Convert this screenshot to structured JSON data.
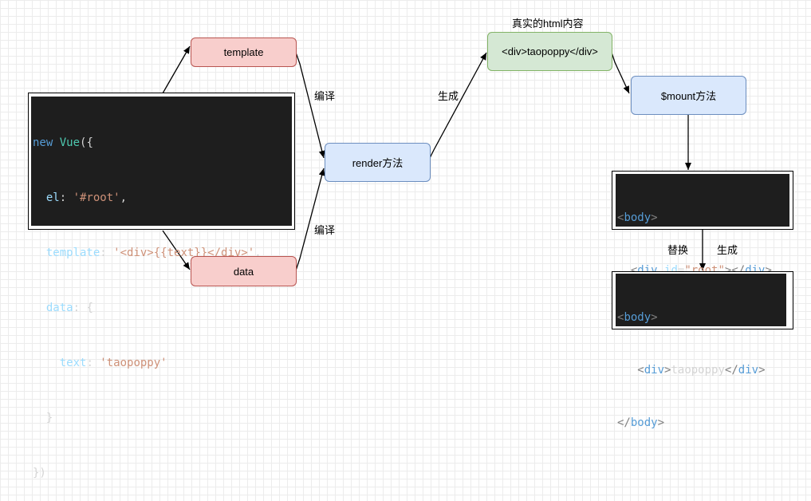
{
  "nodes": {
    "template": "template",
    "data": "data",
    "render": "render方法",
    "html": "<div>taopoppy</div>",
    "mount": "$mount方法"
  },
  "labels": {
    "html_title": "真实的html内容",
    "compile_top": "编译",
    "compile_bottom": "编译",
    "generate_mid": "生成",
    "replace": "替换",
    "generate_right": "生成"
  },
  "vue_code": {
    "l1_kw": "new",
    "l1_cls": "Vue",
    "l1_punc": "({",
    "l2_key": "el",
    "l2_val": "'#root'",
    "l3_key": "template",
    "l3_val": "'<div>{{text}}</div>'",
    "l4_key": "data",
    "l4_punc": "{",
    "l5_key": "text",
    "l5_val": "'taopoppy'",
    "l6": "}",
    "l7": "})"
  },
  "body_before": {
    "open_tag": "body",
    "div_tag": "div",
    "attr_name": "id",
    "attr_value": "\"root\"",
    "close_div": "div",
    "close_tag": "body"
  },
  "body_after": {
    "open_tag": "body",
    "div_tag": "div",
    "inner_text": "taopoppy",
    "close_div": "div",
    "close_tag": "body"
  }
}
